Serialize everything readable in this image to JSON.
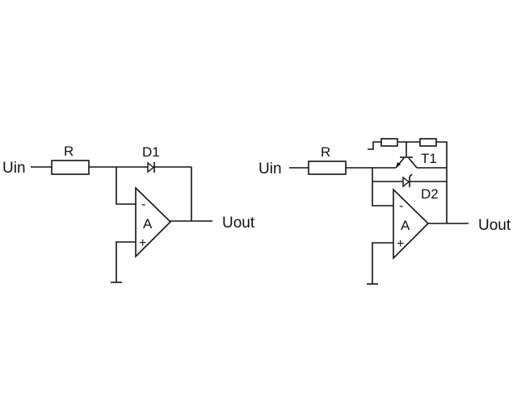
{
  "diagram": {
    "type": "circuit-schematic",
    "circuits": [
      {
        "id": "left",
        "description": "Inverting logarithmic amplifier with diode feedback",
        "labels": {
          "input": "Uin",
          "resistor": "R",
          "diode": "D1",
          "opamp": "A",
          "inv_input": "-",
          "noninv_input": "+",
          "output": "Uout"
        }
      },
      {
        "id": "right",
        "description": "Logarithmic amplifier with transistor and diode feedback",
        "labels": {
          "input": "Uin",
          "resistor": "R",
          "transistor": "T1",
          "diode": "D2",
          "opamp": "A",
          "inv_input": "-",
          "noninv_input": "+",
          "output": "Uout"
        }
      }
    ]
  }
}
